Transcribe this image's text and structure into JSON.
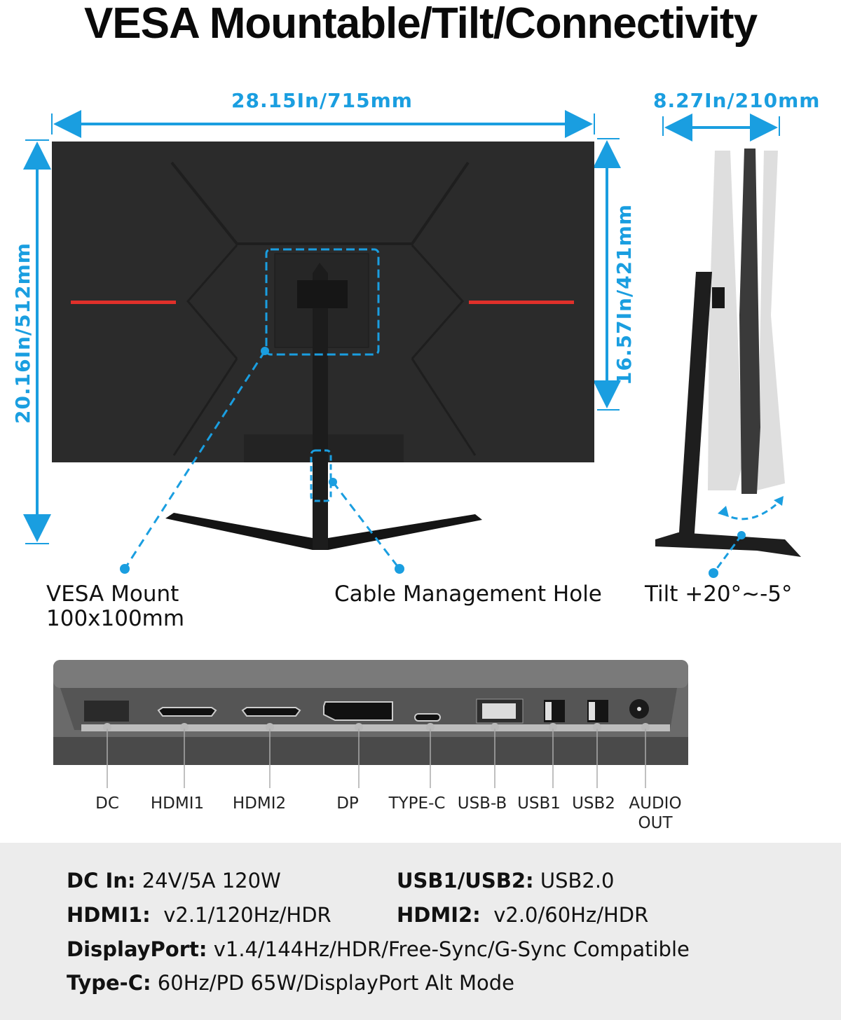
{
  "title": "VESA Mountable/Tilt/Connectivity",
  "colors": {
    "accent_blue": "#1a9ee0",
    "monitor_body": "#2b2b2b",
    "red_strip": "#e0302a",
    "spec_background": "#ececec"
  },
  "dimensions": {
    "width": "28.15In/715mm",
    "depth": "8.27In/210mm",
    "total_height": "20.16In/512mm",
    "panel_height": "16.57In/421mm"
  },
  "callouts": {
    "vesa_line1": "VESA Mount",
    "vesa_line2": "100x100mm",
    "cable": "Cable Management Hole",
    "tilt": "Tilt +20°~-5°"
  },
  "ports": [
    {
      "label": "DC"
    },
    {
      "label": "HDMI1"
    },
    {
      "label": "HDMI2"
    },
    {
      "label": "DP"
    },
    {
      "label": "TYPE-C"
    },
    {
      "label": "USB-B"
    },
    {
      "label": "USB1"
    },
    {
      "label": "USB2"
    },
    {
      "label": "AUDIO",
      "label2": "OUT"
    }
  ],
  "specs": {
    "dc_key": "DC In:",
    "dc_val": " 24V/5A 120W",
    "usb_key": "USB1/USB2:",
    "usb_val": " USB2.0",
    "hdmi1_key": "HDMI1:",
    "hdmi1_val": "  v2.1/120Hz/HDR",
    "hdmi2_key": "HDMI2:",
    "hdmi2_val": "  v2.0/60Hz/HDR",
    "dp_key": "DisplayPort:",
    "dp_val": " v1.4/144Hz/HDR/Free-Sync/G-Sync Compatible",
    "typec_key": "Type-C:",
    "typec_val": " 60Hz/PD 65W/DisplayPort Alt Mode"
  }
}
